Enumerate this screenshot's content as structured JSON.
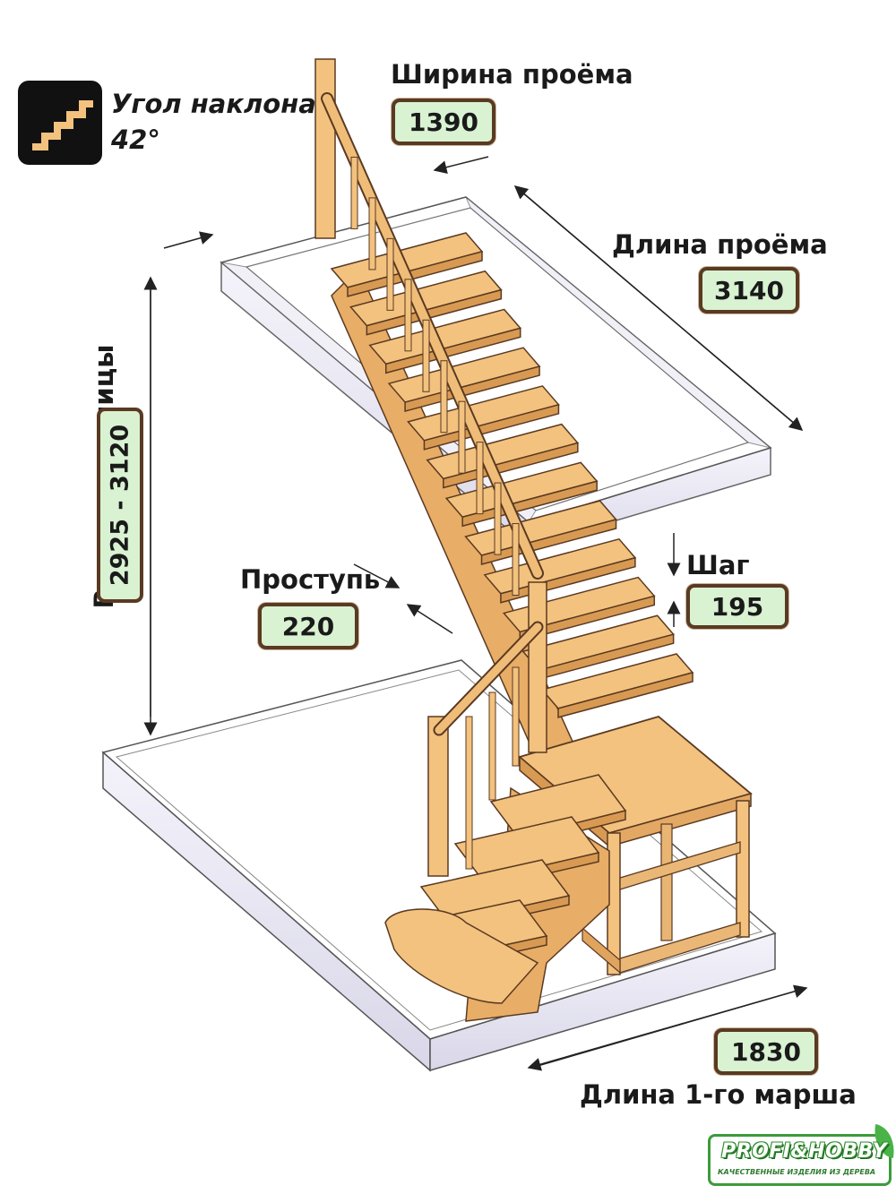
{
  "angle": {
    "label": "Угол наклона",
    "value": "42°"
  },
  "opening_width": {
    "label": "Ширина проёма",
    "value": "1390"
  },
  "opening_length": {
    "label": "Длина проёма",
    "value": "3140"
  },
  "stair_height": {
    "label": "Высота лестницы",
    "value": "2925 - 3120"
  },
  "tread": {
    "label": "Проступь",
    "value": "220"
  },
  "step": {
    "label": "Шаг",
    "value": "195"
  },
  "first_flight_length": {
    "label": "Длина 1-го марша",
    "value": "1830"
  },
  "logo": {
    "name": "PROFI&HOBBY",
    "tagline": "КАЧЕСТВЕННЫЕ ИЗДЕЛИЯ ИЗ ДЕРЕВА"
  },
  "colors": {
    "wood": "#f3c27e",
    "wood_dark": "#d89a52",
    "outline": "#5a3a22",
    "value_bg": "#d9f2d2",
    "glass": "#e6e4f2"
  }
}
